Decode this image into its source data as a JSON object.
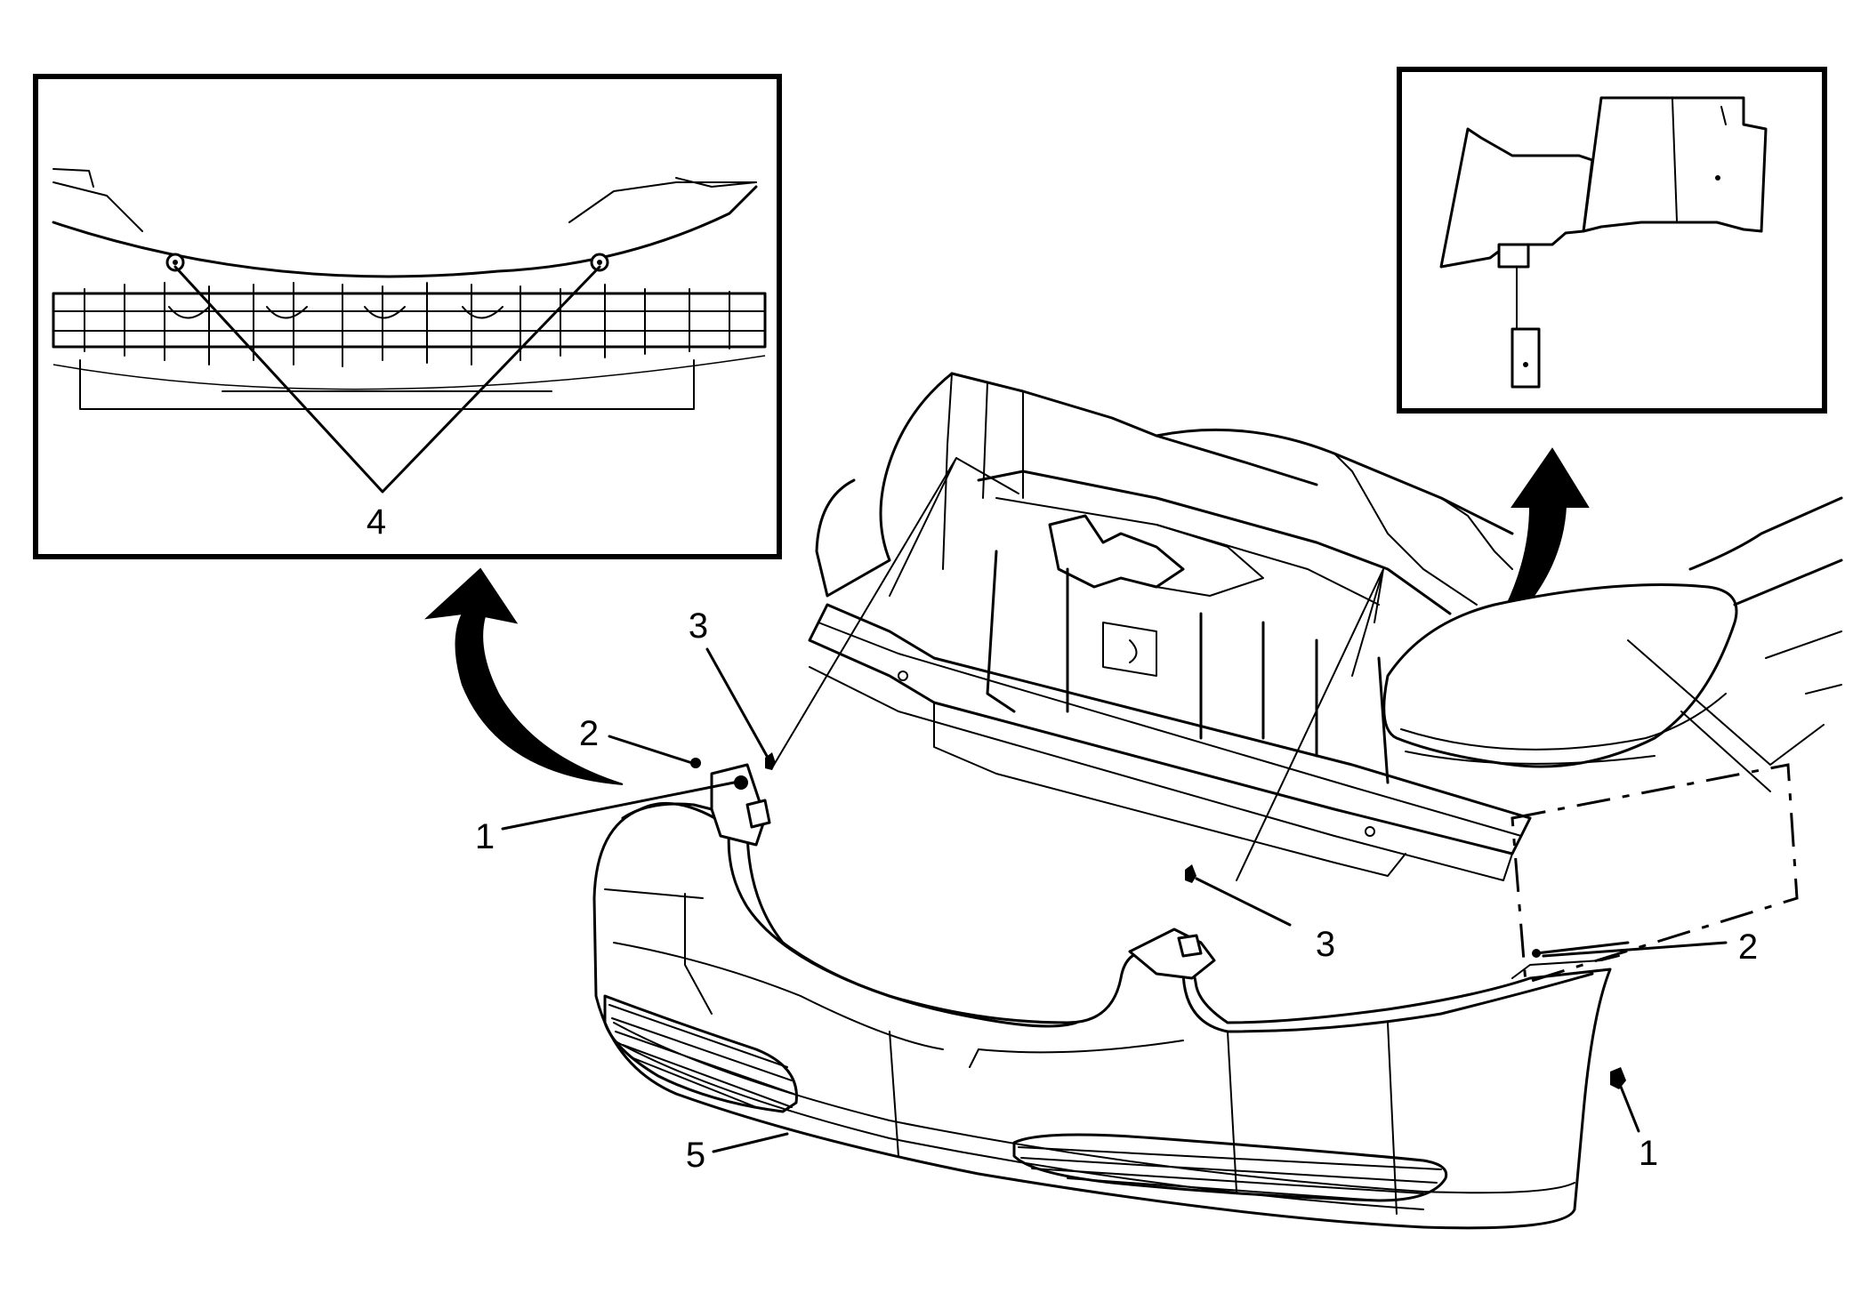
{
  "callouts": {
    "fastener_1_left": "1",
    "fastener_1_right": "1",
    "fastener_2_left": "2",
    "fastener_2_right": "2",
    "fastener_3_left": "3",
    "fastener_3_right": "3",
    "fastener_4_inset": "4",
    "bumper_fascia_5": "5"
  },
  "colors": {
    "line": "#000000",
    "background": "#ffffff"
  },
  "icons": {
    "arrow_left": "curved-arrow-icon",
    "arrow_right": "curved-arrow-icon"
  }
}
